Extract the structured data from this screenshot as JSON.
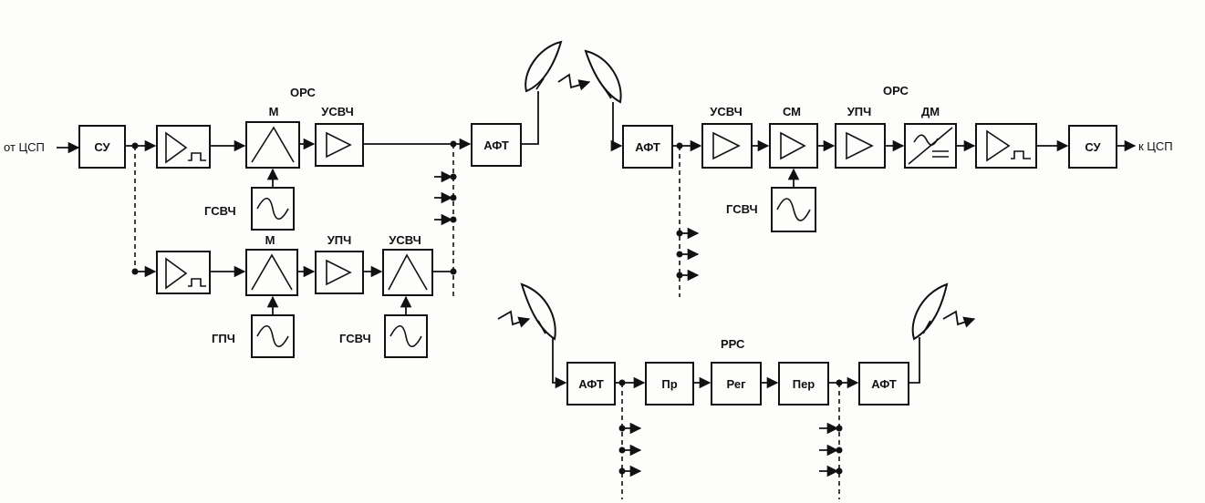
{
  "labels": {
    "ors_tx": "ОРС",
    "ors_rx": "ОРС",
    "rrs": "РРС",
    "input": "от ЦСП",
    "output": "к ЦСП",
    "m1": "М",
    "usvch1": "УСВЧ",
    "gsvch1": "ГСВЧ",
    "m2": "М",
    "upch1": "УПЧ",
    "usvch2": "УСВЧ",
    "gpch": "ГПЧ",
    "gsvch2": "ГСВЧ",
    "usvch_rx": "УСВЧ",
    "sm": "СМ",
    "upch_rx": "УПЧ",
    "dm": "ДМ",
    "gsvch_rx": "ГСВЧ"
  },
  "boxes": {
    "su_tx": "СУ",
    "aft_tx": "АФТ",
    "aft_rx": "АФТ",
    "su_rx": "СУ",
    "aft_r1": "АФТ",
    "pr": "Пр",
    "reg": "Рег",
    "per": "Пер",
    "aft_r2": "АФТ"
  }
}
